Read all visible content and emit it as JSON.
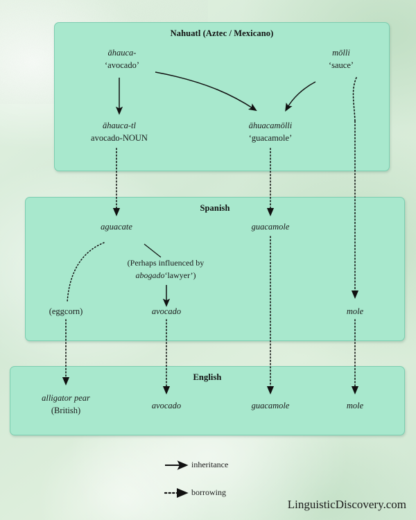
{
  "watermark": "LinguisticDiscovery.com",
  "boxes": [
    {
      "id": "nahuatl",
      "title": "Nahuatl (Aztec / Mexicano)"
    },
    {
      "id": "spanish",
      "title": "Spanish"
    },
    {
      "id": "english",
      "title": "English"
    }
  ],
  "nahuatl": {
    "ahauca_root": "āhauca-",
    "ahauca_root_gloss": "‘avocado’",
    "molli_root": "mōlli",
    "molli_root_gloss": "‘sauce’",
    "ahauca_tl": "āhauca-tl",
    "ahauca_tl_gloss_stem": "avocado-",
    "ahauca_tl_gloss_affix": "NOUN",
    "ahuacamolli": "āhuacamōlli",
    "ahuacamolli_gloss": "‘guacamole’"
  },
  "spanish": {
    "aguacate": "aguacate",
    "guacamole": "guacamole",
    "note_line1": "(Perhaps influenced by",
    "note_line2_word": "abogado",
    "note_line2_gloss": "‘lawyer’)",
    "eggcorn": "(eggcorn)",
    "avocado": "avocado",
    "mole": "mole"
  },
  "english": {
    "alligator_pear": "alligator pear",
    "alligator_pear_note": "(British)",
    "avocado": "avocado",
    "guacamole": "guacamole",
    "mole": "mole"
  },
  "legend": [
    {
      "type": "solid",
      "label": "inheritance"
    },
    {
      "type": "dotted",
      "label": "borrowing"
    }
  ],
  "colors": {
    "box_fill": "#a8e8cd",
    "box_border": "#7bcdb0",
    "background": "#dbeedc",
    "ink": "#1a1a1a"
  }
}
